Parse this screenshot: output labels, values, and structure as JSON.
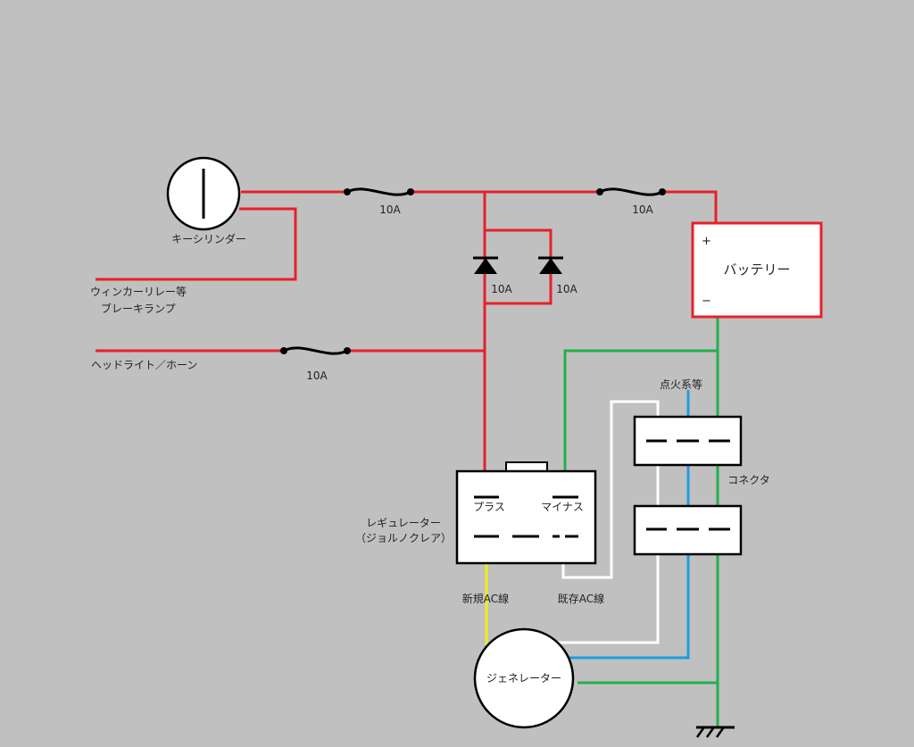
{
  "labels": {
    "key_cylinder": "キーシリンダー",
    "winker_line1": "ウィンカーリレー等",
    "winker_line2": "ブレーキランプ",
    "headlight": "ヘッドライト／ホーン",
    "battery": "バッテリー",
    "battery_plus": "+",
    "battery_minus": "−",
    "regulator_line1": "レギュレーター",
    "regulator_line2": "（ジョルノクレア）",
    "reg_plus": "プラス",
    "reg_minus": "マイナス",
    "ignition": "点火系等",
    "connector": "コネクタ",
    "new_ac": "新規AC線",
    "existing_ac": "既存AC線",
    "generator": "ジェネレーター",
    "fuse1": "10A",
    "fuse2": "10A",
    "diode1": "10A",
    "diode2": "10A",
    "fuse3": "10A"
  },
  "colors": {
    "background": "#c0c0c0",
    "power_wire": "#e8202a",
    "ground_wire": "#22b04a",
    "ignition_wire": "#1e9be0",
    "existing_ac_wire": "#ffffff",
    "new_ac_wire": "#f2ee1a"
  }
}
